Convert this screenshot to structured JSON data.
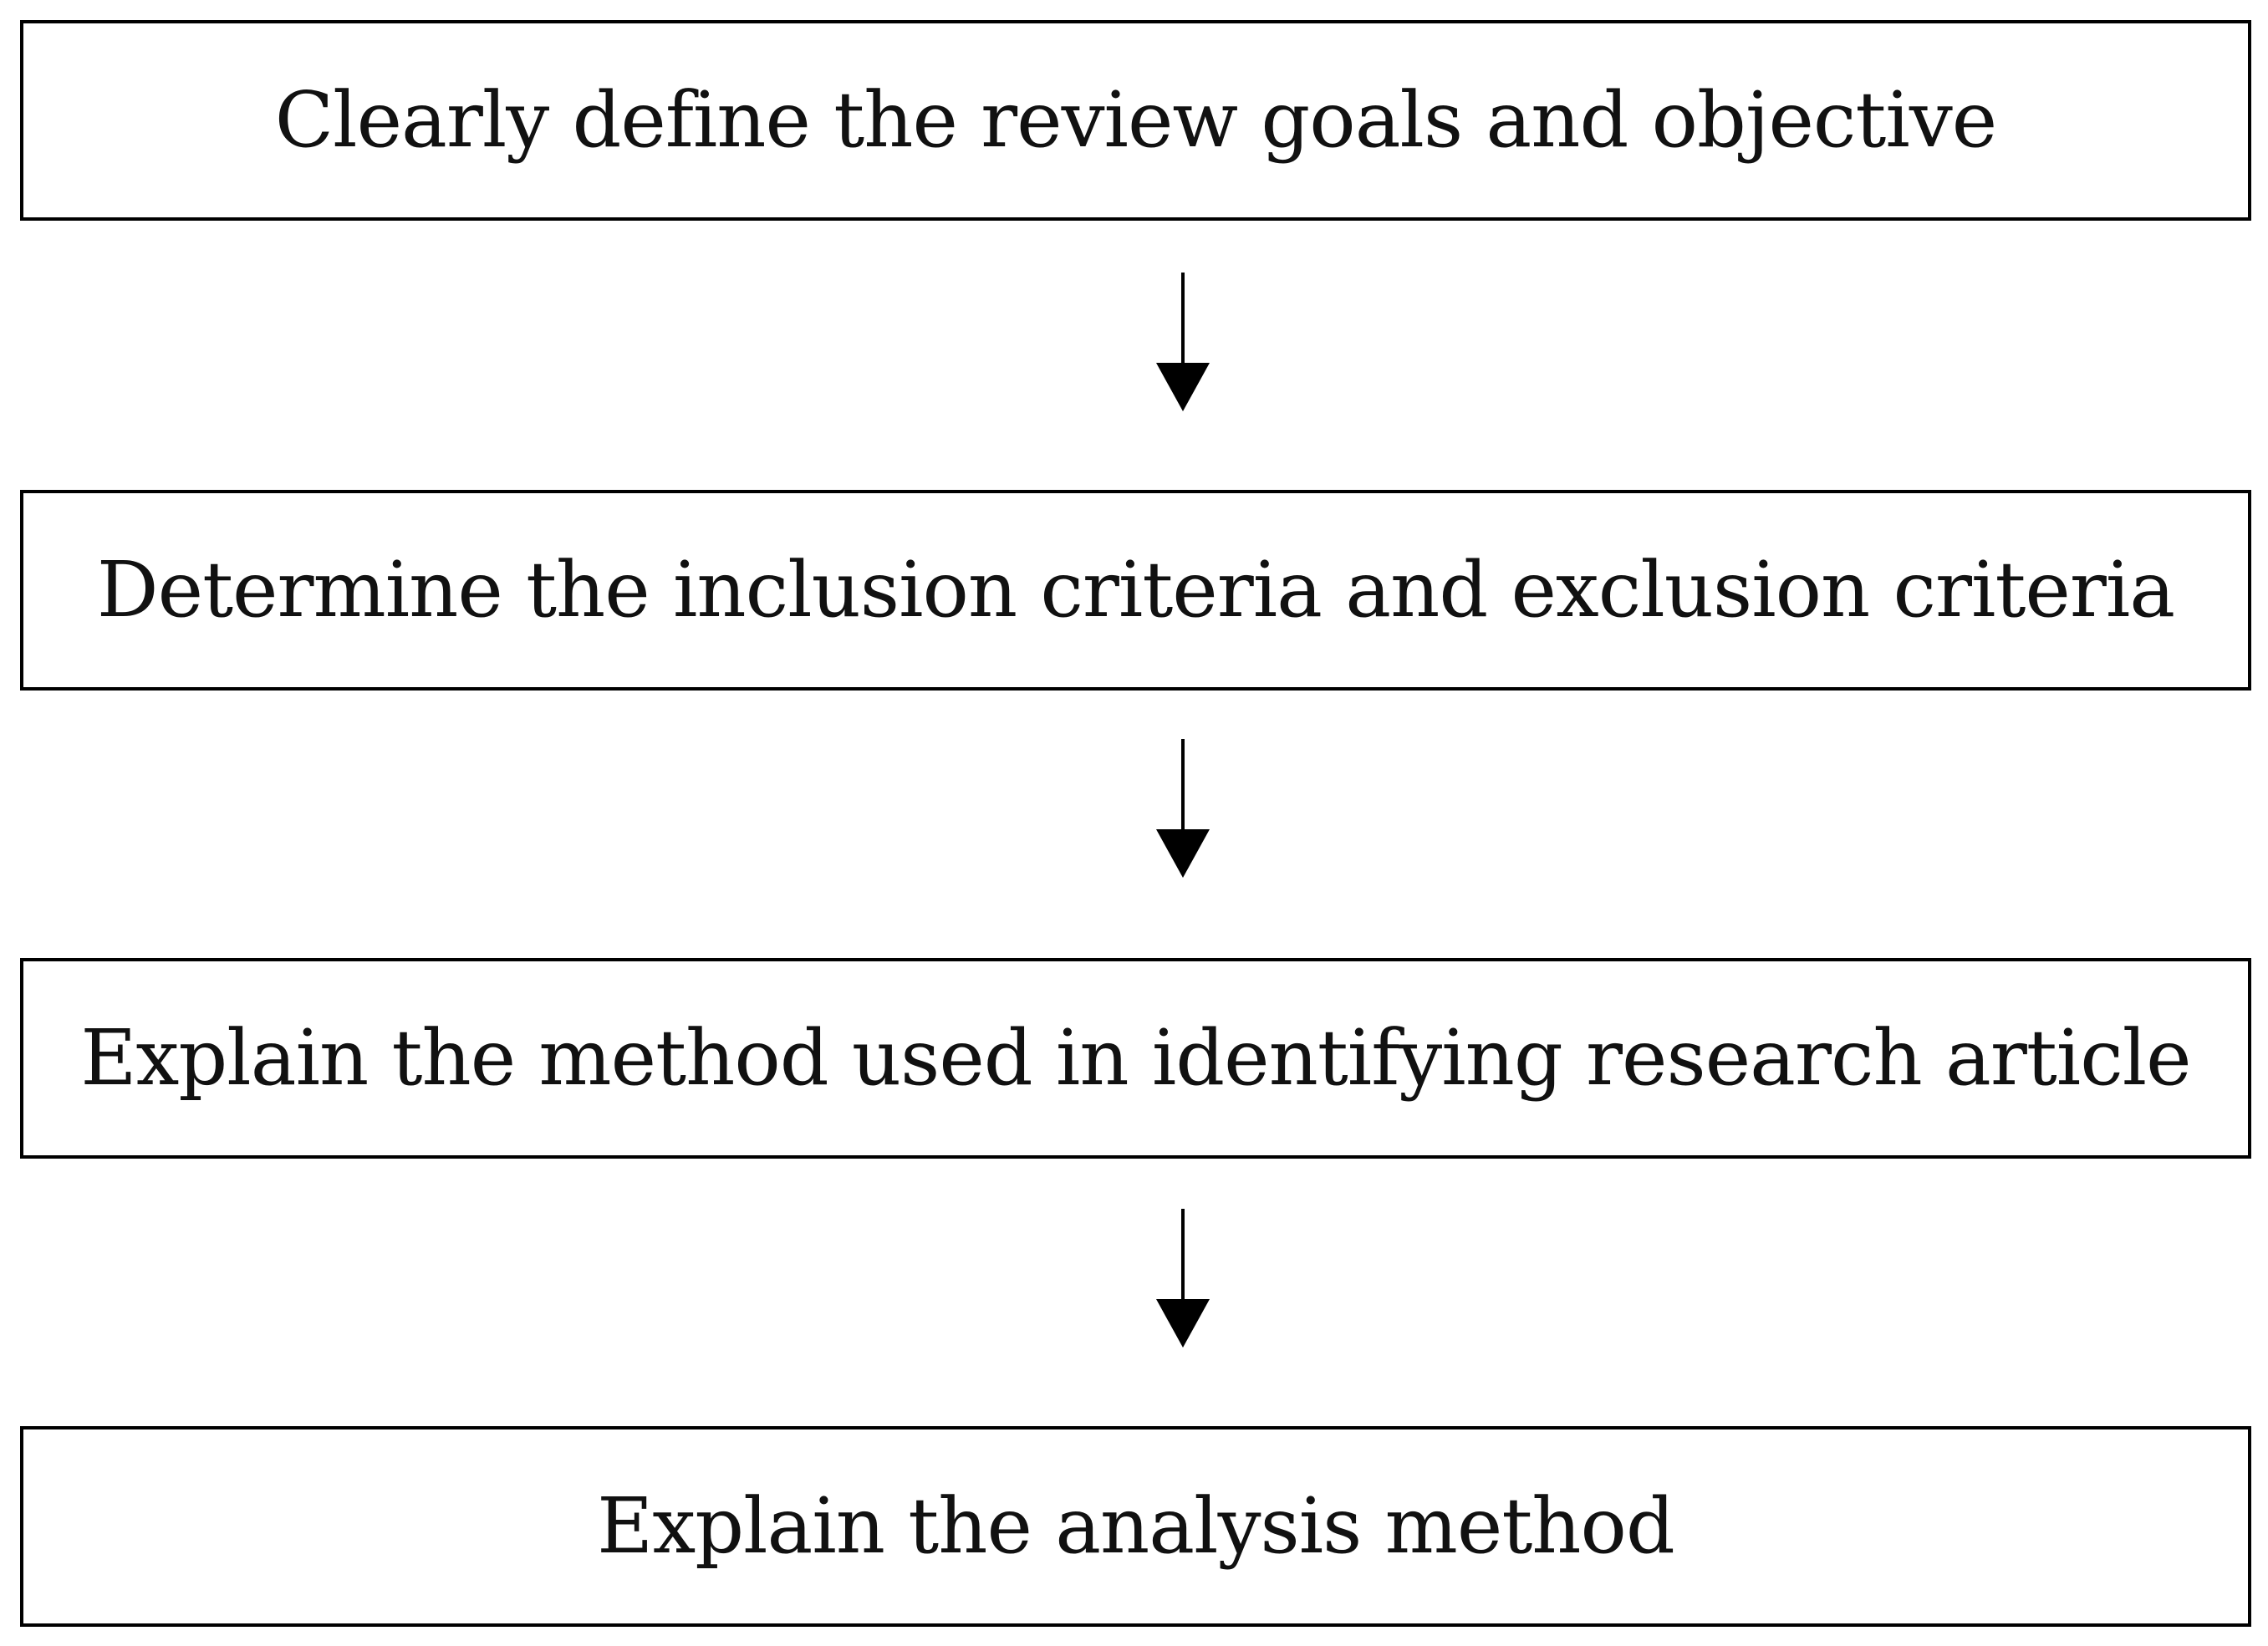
{
  "diagram": {
    "type": "flowchart",
    "direction": "top-to-bottom",
    "colors": {
      "border": "#000000",
      "text": "#111111",
      "background": "#ffffff"
    },
    "steps": [
      {
        "label": "Clearly define the review goals and objective"
      },
      {
        "label": "Determine the inclusion criteria and exclusion criteria"
      },
      {
        "label": "Explain the method used in identifying research article"
      },
      {
        "label": "Explain the analysis method"
      }
    ],
    "connectors": [
      {
        "from": 0,
        "to": 1,
        "icon": "arrow-down-icon"
      },
      {
        "from": 1,
        "to": 2,
        "icon": "arrow-down-icon"
      },
      {
        "from": 2,
        "to": 3,
        "icon": "arrow-down-icon"
      }
    ]
  }
}
